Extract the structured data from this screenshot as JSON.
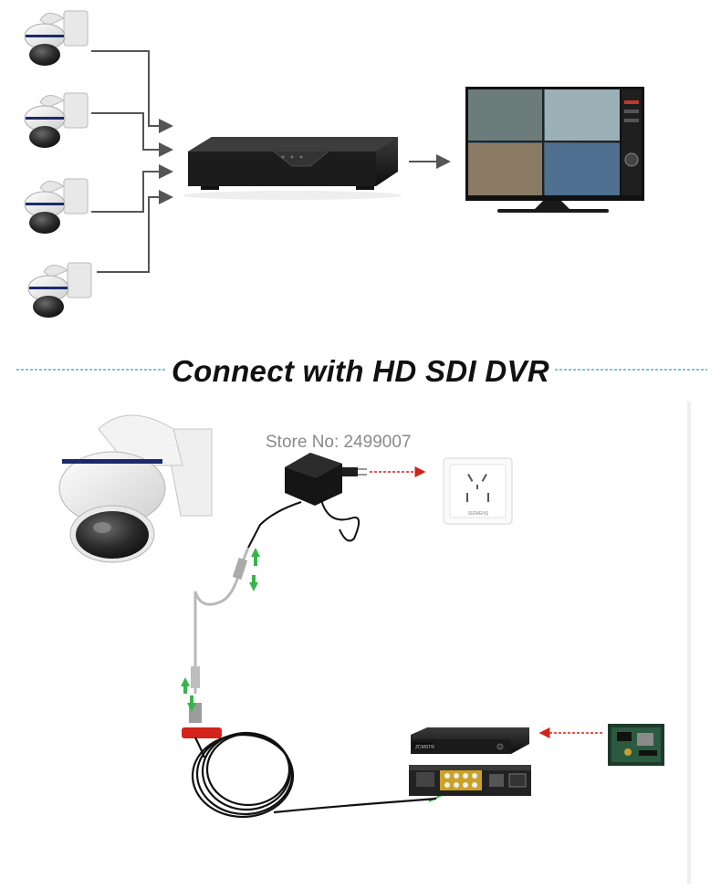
{
  "heading": "Connect with HD SDI DVR",
  "watermark": "Store No: 2499007",
  "socket_brand": "SIEMENS",
  "dvr_brand": "ZCMSTR",
  "colors": {
    "connector_line": "#555555",
    "dashed_divider": "#3aa0b8",
    "red_arrow": "#d4231b",
    "green_arrow": "#36b54a",
    "camera_body": "#f2f2f2",
    "dvr_body": "#1e1e1e"
  }
}
